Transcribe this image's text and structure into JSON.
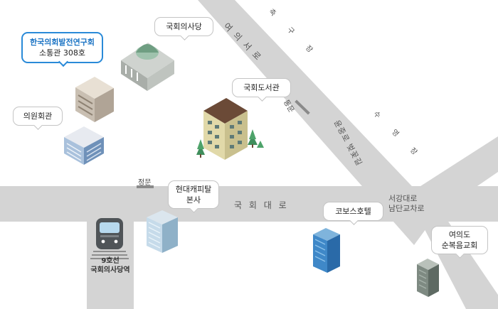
{
  "roads": {
    "gukhoe_daero": "국 회 대 로",
    "yeouiseoro": "여 의 서 로",
    "chukgujang": "축 구 장",
    "suyeongjang": "수 영 장",
    "yunjungro": "윤중로 벚꽃길"
  },
  "intersection": {
    "line1": "서강대로",
    "line2": "남단교차로"
  },
  "gates": {
    "main_gate": "정문",
    "east_gate": "동문"
  },
  "landmarks": {
    "assembly_hall": "국회의사당",
    "library": "국회도서관",
    "members_office": "의원회관",
    "highlight": {
      "line1": "한국의회발전연구회",
      "line2": "소통관 308호"
    },
    "hyundai": {
      "line1": "현대캐피탈",
      "line2": "본사"
    },
    "kobos": "코보스호텔",
    "church": {
      "line1": "여의도",
      "line2": "순복음교회"
    }
  },
  "station": {
    "line1": "9호선",
    "line2": "국회의사당역"
  }
}
